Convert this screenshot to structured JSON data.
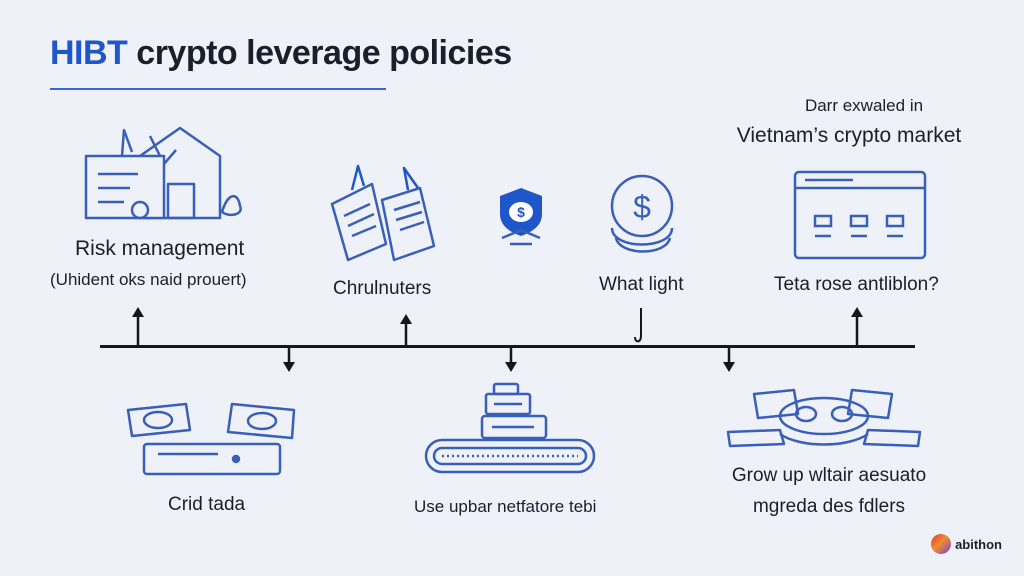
{
  "title": {
    "accent": "HIBT",
    "rest": "crypto leverage policies"
  },
  "top_right_note": {
    "line1": "Darr exwaled in",
    "line2": "Vietnam’s crypto  market"
  },
  "top_items": [
    {
      "label": "Risk management",
      "sublabel": "(Uhident oks naid prouert)",
      "icon": "house-documents-icon"
    },
    {
      "label": "Chrulnuters",
      "icon": "paired-documents-icon"
    },
    {
      "label": "",
      "icon": "shield-coin-icon"
    },
    {
      "label": "What light",
      "icon": "dollar-coin-icon"
    },
    {
      "label": "Teta rose antliblon?",
      "icon": "dashboard-window-icon"
    }
  ],
  "bottom_items": [
    {
      "label": "Crid tada",
      "icon": "cards-device-icon"
    },
    {
      "label": "Use upbar netfatore tebi",
      "icon": "terminal-base-icon"
    },
    {
      "label": "Grow up wltair aesuato",
      "label2": "mgreda des fdlers",
      "icon": "money-stack-icon"
    }
  ],
  "brand": {
    "name": "abithon",
    "icon": "brand-logo-icon"
  },
  "colors": {
    "accent": "#1f56c9",
    "line": "#14171d",
    "icon_stroke": "#3a5fb8",
    "background": "#eef2f8"
  }
}
